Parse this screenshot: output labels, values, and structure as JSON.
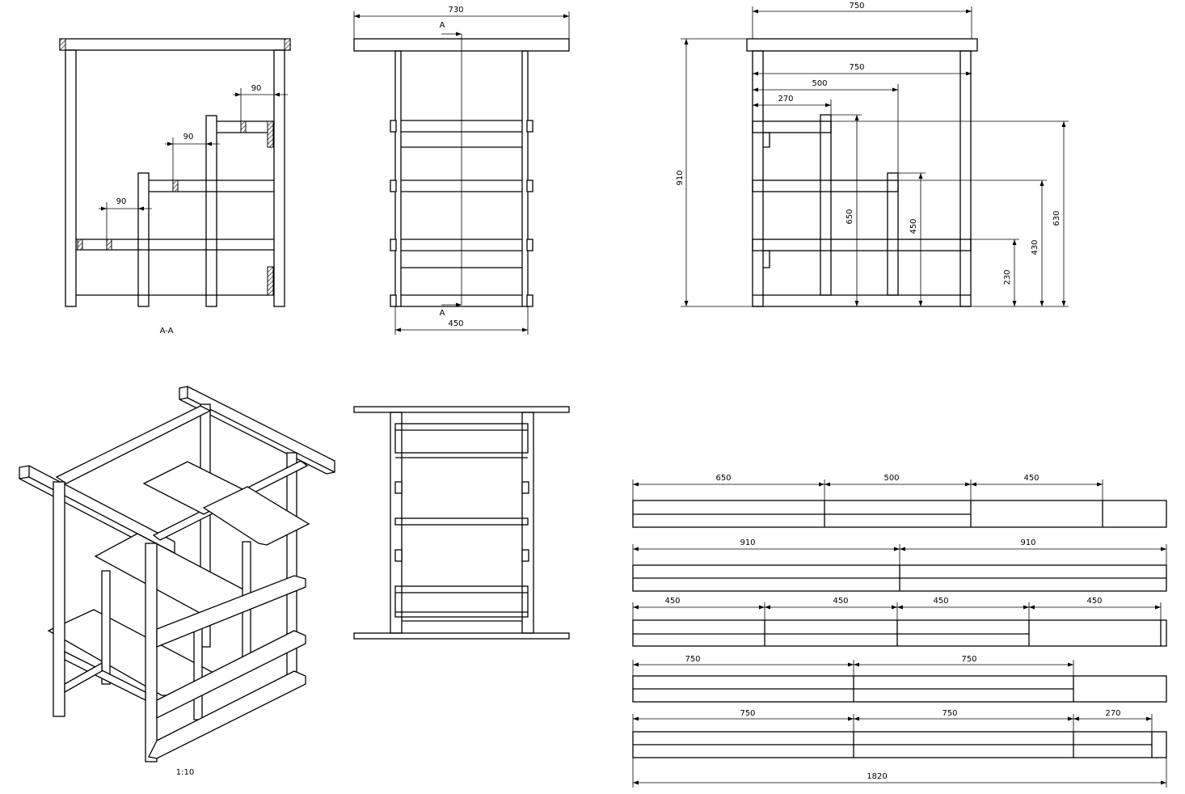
{
  "section_view": {
    "label": "A-A",
    "dims": [
      "90",
      "90",
      "90"
    ]
  },
  "front_view": {
    "top_width": "730",
    "base_width": "450",
    "cut_top": "A",
    "cut_bottom": "A"
  },
  "side_view": {
    "width_top": "750",
    "width_inner": "750",
    "d500": "500",
    "d270": "270",
    "height_total": "910",
    "h650": "650",
    "h450": "450",
    "h230": "230",
    "h430": "430",
    "h630": "630"
  },
  "iso_view": {
    "scale": "1:10"
  },
  "cutting_plan": {
    "rows": [
      {
        "segments": [
          "650",
          "500",
          "450"
        ]
      },
      {
        "segments": [
          "910",
          "910"
        ]
      },
      {
        "segments": [
          "450",
          "450",
          "450",
          "450"
        ]
      },
      {
        "segments": [
          "750",
          "750"
        ]
      },
      {
        "segments": [
          "750",
          "750",
          "270"
        ]
      }
    ],
    "total_length": "1820"
  }
}
